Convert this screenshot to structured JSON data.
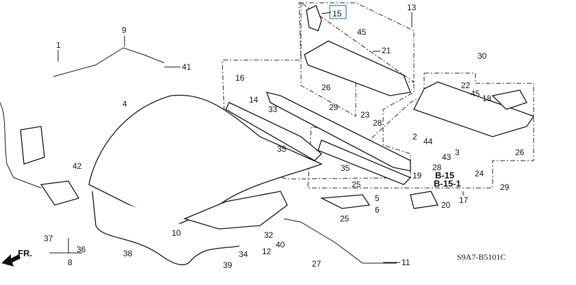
{
  "diagram": {
    "code": "S9A7-B5101C",
    "front_arrow_label": "FR.",
    "highlight_color": "#3aa7d8",
    "highlighted_part": "15",
    "reference_labels": [
      "B-15",
      "B-15-1"
    ],
    "callouts": [
      "1",
      "9",
      "41",
      "4",
      "16",
      "14",
      "33",
      "35",
      "35",
      "15",
      "45",
      "21",
      "13",
      "26",
      "29",
      "23",
      "28",
      "30",
      "22",
      "45",
      "18",
      "2",
      "44",
      "3",
      "43",
      "28",
      "26",
      "29",
      "24",
      "19",
      "17",
      "25",
      "5",
      "6",
      "20",
      "25",
      "42",
      "37",
      "36",
      "8",
      "10",
      "32",
      "40",
      "12",
      "34",
      "39",
      "38",
      "27",
      "11"
    ]
  }
}
